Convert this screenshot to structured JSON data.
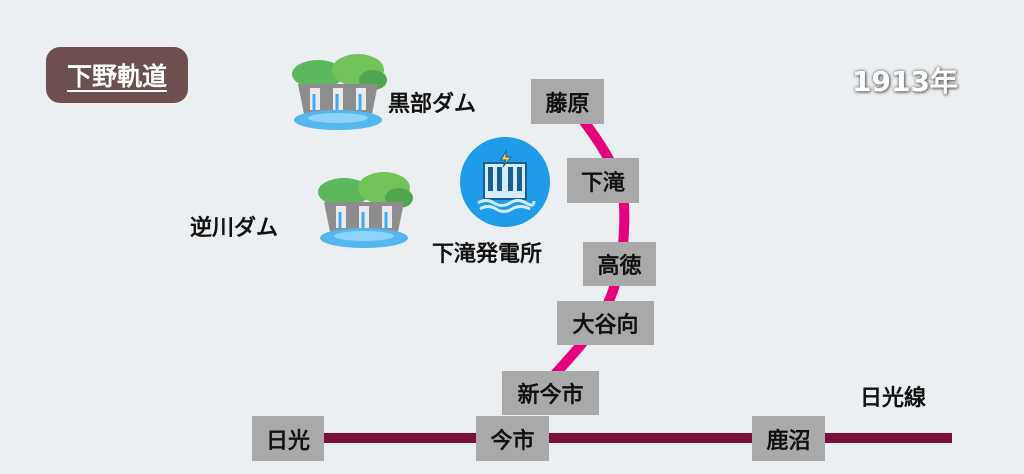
{
  "map": {
    "title": "下野軌道",
    "year": "1913年",
    "colors": {
      "background": "#eceff1",
      "title_badge": "#6d4f4f",
      "station_box": "#a9a9a9",
      "shimotsuke_line": "#e6007e",
      "nikko_line": "#7a0f3a",
      "plant_circle": "#1e9be9"
    },
    "lines": {
      "nikko_line": {
        "label": "日光線",
        "stations": [
          "日光",
          "今市",
          "鹿沼"
        ]
      },
      "shimotsuke_kido": {
        "stations": [
          "藤原",
          "下滝",
          "高徳",
          "大谷向",
          "新今市"
        ]
      }
    },
    "landmarks": {
      "dam_kurobe": {
        "label": "黒部ダム",
        "icon": "dam-icon"
      },
      "dam_sakagawa": {
        "label": "逆川ダム",
        "icon": "dam-icon"
      },
      "power_plant": {
        "label": "下滝発電所",
        "icon": "hydro-power-plant-icon"
      }
    }
  }
}
